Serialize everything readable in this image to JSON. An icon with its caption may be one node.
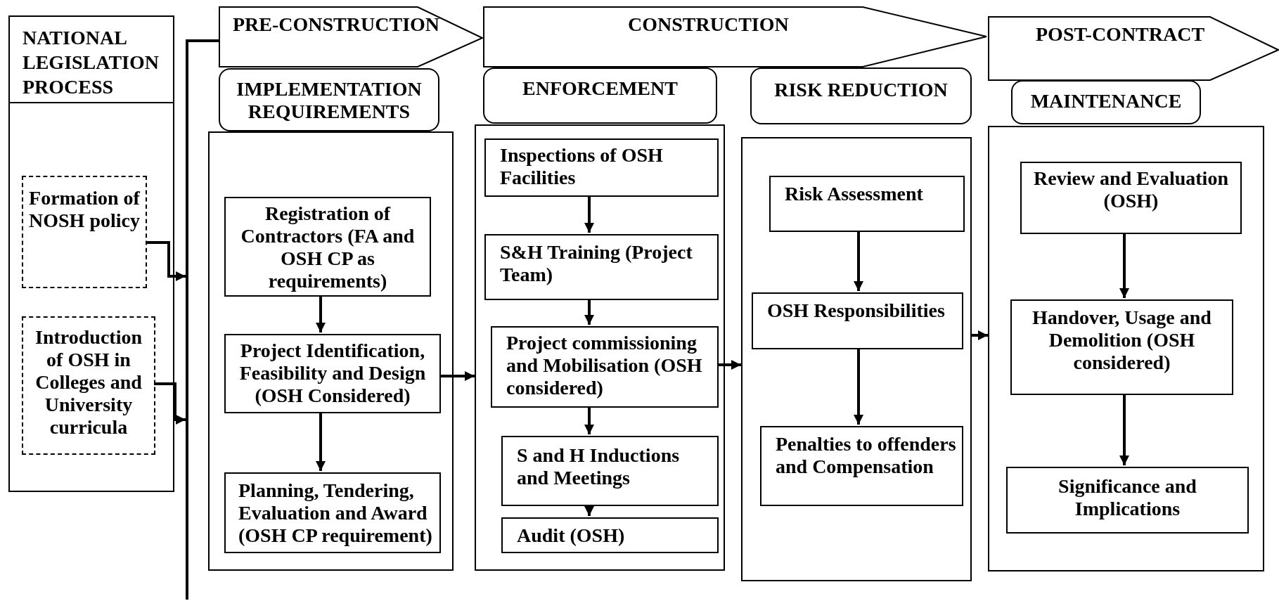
{
  "diagram": {
    "nodes": [
      {
        "text": [
          "NATIONAL LEGISLATION PROCESS"
        ]
      },
      {
        "text": [
          "Formation of NOSH policy"
        ],
        "in": 0
      },
      {
        "text": [
          "Introduction of OSH in Colleges and University curricula"
        ],
        "in": 0
      },
      {
        "text": [
          "PRE-CONSTRUCTION"
        ]
      },
      {
        "text": [
          "CONSTRUCTION"
        ]
      },
      {
        "text": [
          "POST-CONTRACT"
        ]
      },
      {
        "text": [
          "IMPLEMENTATION REQUIREMENTS"
        ]
      },
      {
        "text": [
          "ENFORCEMENT"
        ]
      },
      {
        "text": [
          "RISK REDUCTION"
        ]
      },
      {
        "text": [
          "MAINTENANCE"
        ]
      },
      {
        "text": [],
        "shape": "box"
      },
      {
        "text": [
          "Registration of Contractors (FA and OSH CP as requirements)"
        ],
        "in": 10
      },
      {
        "text": [
          "Project Identification, Feasibility and Design (OSH Considered)"
        ],
        "in": 10
      },
      {
        "text": [
          "Planning, Tendering, Evaluation and Award (OSH CP requirement)"
        ],
        "in": 10
      },
      {
        "text": [],
        "shape": "box"
      },
      {
        "text": [
          "Inspections of OSH Facilities"
        ],
        "in": 14
      },
      {
        "text": [
          "S&H Training (Project Team)"
        ],
        "in": 14
      },
      {
        "text": [
          "Project commissioning and Mobilisation (OSH considered)"
        ],
        "in": 14
      },
      {
        "text": [
          "S and H Inductions and Meetings"
        ],
        "in": 14
      },
      {
        "text": [
          "Audit (OSH)"
        ],
        "in": 14
      },
      {
        "text": [],
        "shape": "box"
      },
      {
        "text": [
          "Risk Assessment"
        ],
        "in": 20
      },
      {
        "text": [
          "OSH Responsibilities"
        ],
        "in": 20
      },
      {
        "text": [
          "Penalties to offenders and Compensation"
        ],
        "in": 20
      },
      {
        "text": [],
        "shape": "box"
      },
      {
        "text": [
          "Review and Evaluation (OSH)"
        ],
        "in": 24
      },
      {
        "text": [
          "Handover, Usage and Demolition (OSH considered)"
        ],
        "in": 24
      },
      {
        "text": [
          "Significance and Implications"
        ],
        "in": 24
      }
    ],
    "edges": [
      {
        "from": 1,
        "to": null,
        "arrow": "to"
      },
      {
        "from": 2,
        "to": null,
        "arrow": "to"
      },
      {
        "from": 3,
        "to": null,
        "arrow": "none"
      },
      {
        "from": 11,
        "to": 12,
        "arrow": "to"
      },
      {
        "from": 12,
        "to": 13,
        "arrow": "to"
      },
      {
        "from": 12,
        "to": 14,
        "arrow": "to"
      },
      {
        "from": 15,
        "to": 16,
        "arrow": "to"
      },
      {
        "from": 16,
        "to": 17,
        "arrow": "to"
      },
      {
        "from": 17,
        "to": 18,
        "arrow": "to"
      },
      {
        "from": 18,
        "to": 19,
        "arrow": "to"
      },
      {
        "from": 17,
        "to": 20,
        "arrow": "to"
      },
      {
        "from": 21,
        "to": 22,
        "arrow": "to"
      },
      {
        "from": 22,
        "to": 23,
        "arrow": "to"
      },
      {
        "from": 20,
        "to": 24,
        "arrow": "to"
      },
      {
        "from": 25,
        "to": 26,
        "arrow": "to"
      },
      {
        "from": 26,
        "to": 27,
        "arrow": "to"
      }
    ]
  }
}
